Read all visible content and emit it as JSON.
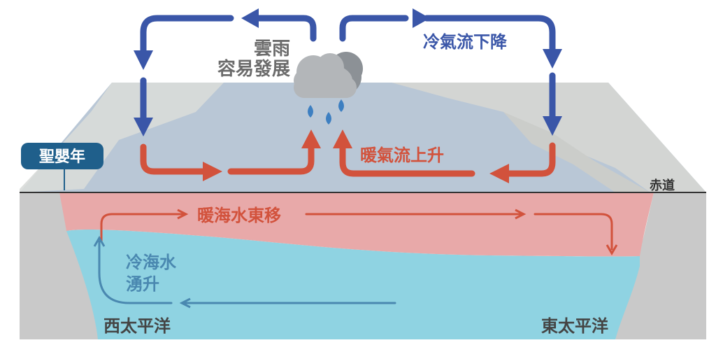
{
  "labels": {
    "cloud_rain": "雲雨",
    "cloud_develop": "容易發展",
    "cold_air_down": "冷氣流下降",
    "warm_air_up": "暖氣流上升",
    "la_nina": "聖嬰年",
    "equator": "赤道",
    "warm_water_east": "暖海水東移",
    "cold_water_line1": "冷海水",
    "cold_water_line2": "湧升",
    "west_pacific": "西太平洋",
    "east_pacific": "東太平洋"
  },
  "colors": {
    "blue_arrow": "#3a56a8",
    "red_arrow": "#d2523c",
    "teal_arrow": "#4a88b0",
    "warm_water": "#e8a9a9",
    "cold_water": "#8fd3e2",
    "ocean_surface": "#b9c7d6",
    "badge": "#1f5f8b"
  }
}
